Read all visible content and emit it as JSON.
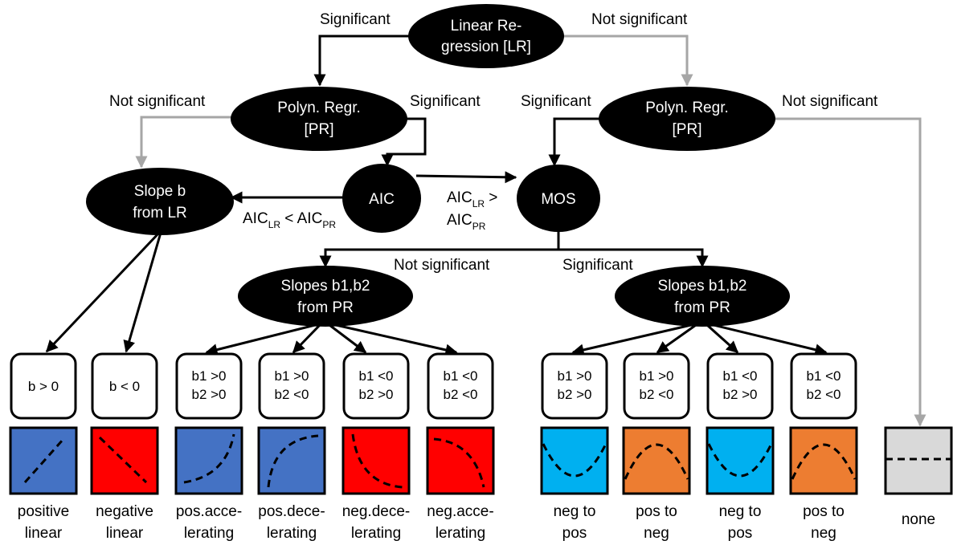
{
  "nodes": {
    "lr": [
      "Linear Re-",
      "gression [LR]"
    ],
    "pr_left": [
      "Polyn. Regr.",
      "[PR]"
    ],
    "pr_right": [
      "Polyn. Regr.",
      "[PR]"
    ],
    "aic": "AIC",
    "mos": "MOS",
    "slope_b": [
      "Slope b",
      "from LR"
    ],
    "slopes_mid": [
      "Slopes b1,b2",
      "from PR"
    ],
    "slopes_right": [
      "Slopes b1,b2",
      "from PR"
    ]
  },
  "edge_labels": {
    "lr_significant": "Significant",
    "lr_not_significant": "Not significant",
    "prl_not_significant": "Not significant",
    "prl_significant": "Significant",
    "prr_significant": "Significant",
    "prr_not_significant": "Not significant",
    "aic_lt": {
      "base1": "AIC",
      "sub1": "LR",
      "mid": " < AIC",
      "sub2": "PR"
    },
    "aic_gt": {
      "base1": "AIC",
      "sub1": "LR",
      "mid": " >",
      "base2": "AIC",
      "sub2": "PR"
    },
    "mos_not_significant": "Not significant",
    "mos_significant": "Significant"
  },
  "conditions": [
    [
      "b > 0"
    ],
    [
      "b < 0"
    ],
    [
      "b1 >0",
      "b2 >0"
    ],
    [
      "b1 >0",
      "b2 <0"
    ],
    [
      "b1 <0",
      "b2 >0"
    ],
    [
      "b1 <0",
      "b2 <0"
    ],
    [
      "b1 >0",
      "b2 >0"
    ],
    [
      "b1 >0",
      "b2 <0"
    ],
    [
      "b1 <0",
      "b2 >0"
    ],
    [
      "b1 <0",
      "b2 <0"
    ]
  ],
  "patterns": [
    {
      "caption": [
        "positive",
        "linear"
      ],
      "color": "#4472c4",
      "shape": "line-up"
    },
    {
      "caption": [
        "negative",
        "linear"
      ],
      "color": "#ff0000",
      "shape": "line-down"
    },
    {
      "caption": [
        "pos.acce-",
        "lerating"
      ],
      "color": "#4472c4",
      "shape": "pos-accelerating"
    },
    {
      "caption": [
        "pos.dece-",
        "lerating"
      ],
      "color": "#4472c4",
      "shape": "pos-decelerating"
    },
    {
      "caption": [
        "neg.dece-",
        "lerating"
      ],
      "color": "#ff0000",
      "shape": "neg-decelerating"
    },
    {
      "caption": [
        "neg.acce-",
        "lerating"
      ],
      "color": "#ff0000",
      "shape": "neg-accelerating"
    },
    {
      "caption": [
        "neg to",
        "pos"
      ],
      "color": "#00b0f0",
      "shape": "u-shape"
    },
    {
      "caption": [
        "pos to",
        "neg"
      ],
      "color": "#ed7d31",
      "shape": "inverted-u"
    },
    {
      "caption": [
        "neg to",
        "pos"
      ],
      "color": "#00b0f0",
      "shape": "u-shape"
    },
    {
      "caption": [
        "pos to",
        "neg"
      ],
      "color": "#ed7d31",
      "shape": "inverted-u"
    },
    {
      "caption": [
        "none"
      ],
      "color": "#d9d9d9",
      "shape": "flat"
    }
  ],
  "colors": {
    "node_fill": "#000000",
    "gray_arrow": "#a6a6a6",
    "black_arrow": "#000000"
  }
}
